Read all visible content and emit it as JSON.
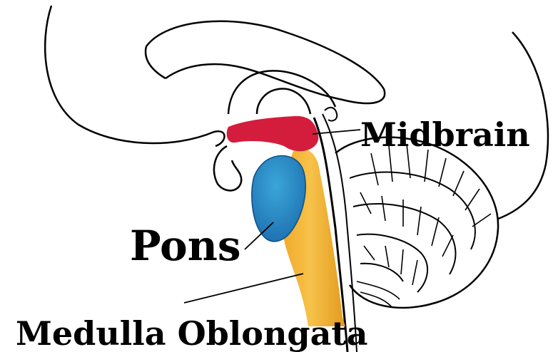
{
  "labels": {
    "midbrain": "Midbrain",
    "pons": "Pons",
    "medulla": "Medulla Oblongata"
  },
  "colors": {
    "midbrain": "#d41c3c",
    "pons": "#1e6fb0",
    "pons_highlight": "#3aa6d8",
    "medulla": "#f0a92a",
    "medulla_highlight": "#f7c24a",
    "outline": "#000000",
    "background": "#ffffff"
  }
}
